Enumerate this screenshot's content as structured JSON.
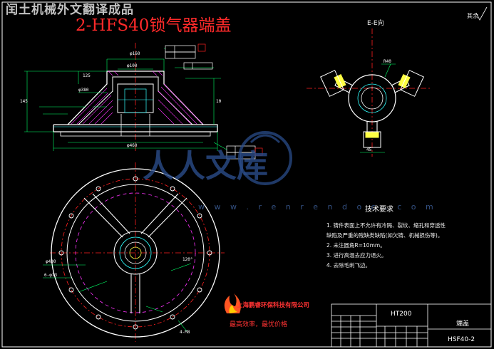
{
  "banner_text": "闰土机械外文翻译成品",
  "title": "2-HFS40锁气器端盖",
  "section_label": "E-E向",
  "corner_note": "其余",
  "dimensions": {
    "top_diameter": "φ160",
    "hole_diameter": "φ100",
    "flange_label": "φ380",
    "base_diameter": "φ460",
    "total_height": "145",
    "side_note_1": "125",
    "side_note_2": "10",
    "section_radius": "R40",
    "bolt_circle": "φ430",
    "hole_note": "6-φ13",
    "angle_note": "120°",
    "small_hole": "4-M8",
    "depth_note": "45"
  },
  "technical_requirements": {
    "heading": "技术要求",
    "notes": [
      "1. 铸件表面上不允许有冷隔、裂纹、缩孔和穿透性",
      "   缺陷及严重的残缺类缺陷(如欠铸、机械损伤等)。",
      "2. 未注圆角R=10mm。",
      "3. 进行高温去应力退火。",
      "4. 去除毛刺飞边。"
    ]
  },
  "company_name": "上海鹏睿环保科技有限公司",
  "slogan": "最高效率，最优价格",
  "watermark_text": "人人文库",
  "watermark_url": "w w w . r e n r e n d o c . c o m",
  "title_block": {
    "material": "HT200",
    "part_name": "端盖",
    "drawing_number": "HSF40-2"
  },
  "colors": {
    "background": "#000000",
    "line_white": "#ffffff",
    "line_green": "#00ff66",
    "line_cyan": "#33ffff",
    "line_red": "#ff2020",
    "line_magenta": "#ff33ff",
    "line_yellow": "#ffff44",
    "title_red": "#ff2a2a",
    "watermark_blue": "#2a4c8a"
  }
}
